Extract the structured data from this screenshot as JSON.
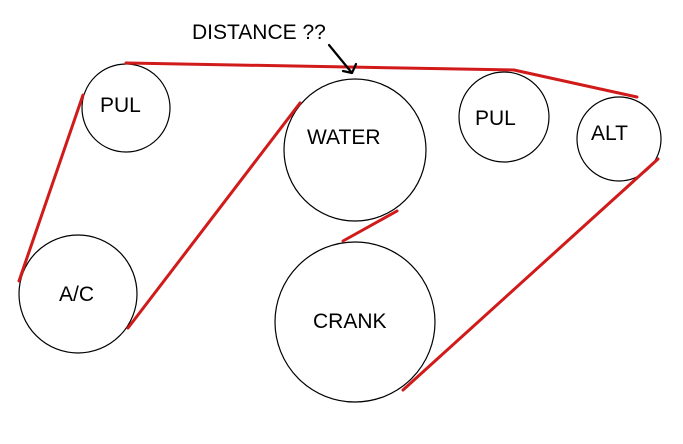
{
  "annotation": {
    "text": "DISTANCE ??"
  },
  "pulleys": [
    {
      "id": "pul-left",
      "label": "PUL"
    },
    {
      "id": "water",
      "label": "WATER"
    },
    {
      "id": "pul-right",
      "label": "PUL"
    },
    {
      "id": "alt",
      "label": "ALT"
    },
    {
      "id": "ac",
      "label": "A/C"
    },
    {
      "id": "crank",
      "label": "CRANK"
    }
  ],
  "colors": {
    "belt": "#d11a1a",
    "outline": "#000000",
    "background": "#ffffff"
  }
}
